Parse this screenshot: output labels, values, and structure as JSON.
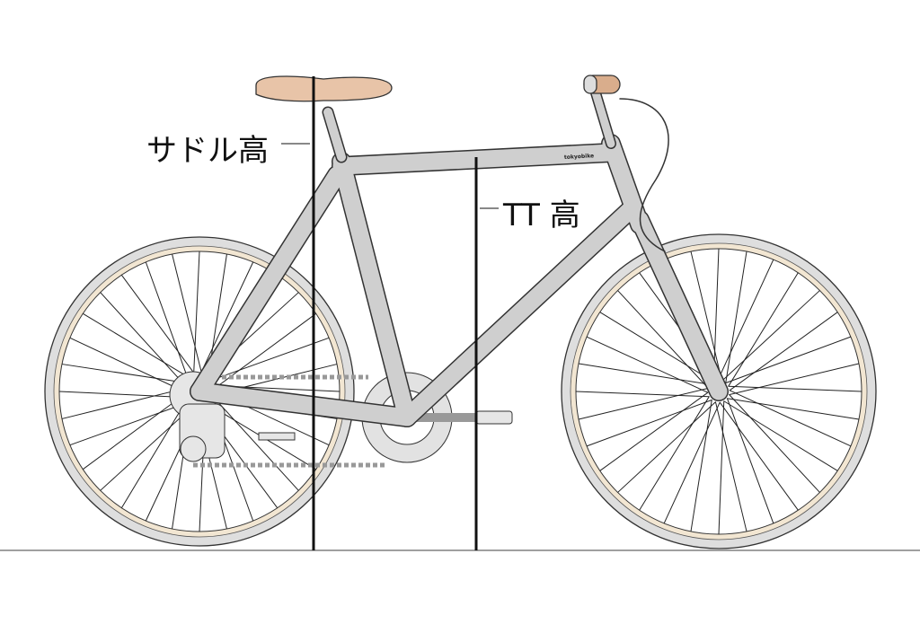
{
  "labels": {
    "saddle_height": "サドル高",
    "top_tube_height": "TT 高",
    "brand": "tokyobike"
  },
  "colors": {
    "frame": "#cfcfcf",
    "tire": "#dedede",
    "rim_band": "#f2e6d2",
    "saddle": "#e8c4a8",
    "grip": "#d9ad8c",
    "line": "#111111"
  },
  "spokes_per_wheel": 32
}
